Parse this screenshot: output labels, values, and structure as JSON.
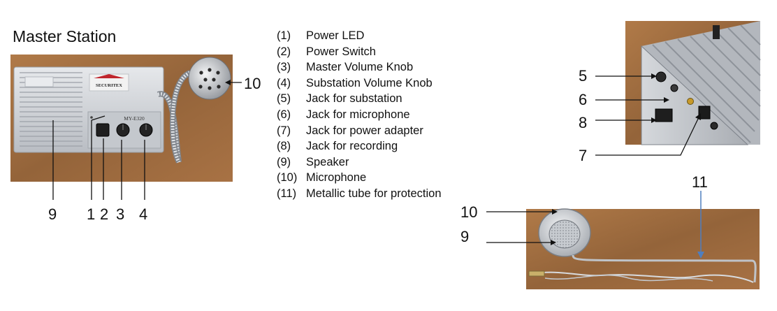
{
  "title": "Master Station",
  "device": {
    "brand": "SECURITEX",
    "model": "MY-E320"
  },
  "legend": [
    {
      "num": "(1)",
      "label": "Power LED"
    },
    {
      "num": "(2)",
      "label": "Power Switch"
    },
    {
      "num": "(3)",
      "label": "Master Volume Knob"
    },
    {
      "num": "(4)",
      "label": "Substation Volume Knob"
    },
    {
      "num": "(5)",
      "label": "Jack for substation"
    },
    {
      "num": "(6)",
      "label": "Jack for microphone"
    },
    {
      "num": "(7)",
      "label": "Jack for power adapter"
    },
    {
      "num": "(8)",
      "label": "Jack for recording"
    },
    {
      "num": "(9)",
      "label": "Speaker"
    },
    {
      "num": "(10)",
      "label": "Microphone"
    },
    {
      "num": "(11)",
      "label": "Metallic tube for protection"
    }
  ],
  "callouts": {
    "front": [
      "9",
      "1",
      "2",
      "3",
      "4",
      "10"
    ],
    "side": [
      "5",
      "6",
      "8",
      "7"
    ],
    "mic": [
      "11",
      "10",
      "9"
    ]
  },
  "colors": {
    "wood": "#9a6a3e",
    "panel": "#cfd3d8",
    "leader_dark": "#111111",
    "leader_blue": "#4f7fbf"
  }
}
